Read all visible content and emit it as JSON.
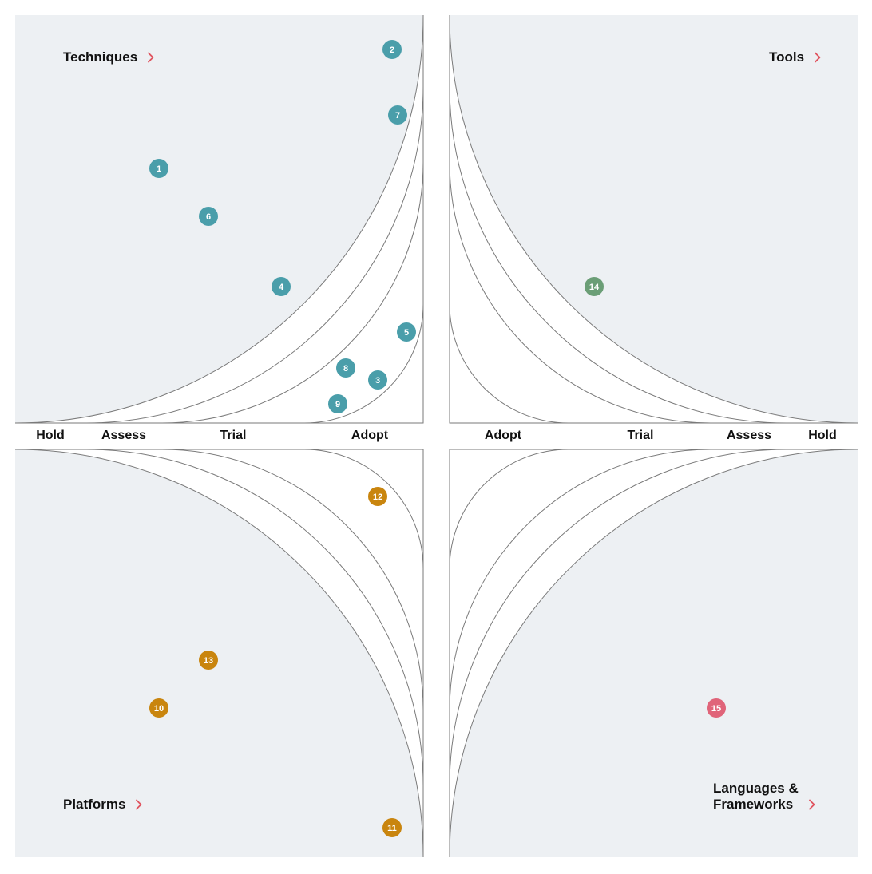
{
  "colors": {
    "background": "#ffffff",
    "quadrant_bg": "#edf0f3",
    "ring_fill": "#ffffff",
    "ring_stroke": "#7a7a7a",
    "chevron": "#e0545f",
    "techniques": "#4a9eaa",
    "tools": "#6b9e76",
    "platforms": "#c9850e",
    "languages": "#e06479"
  },
  "quadrants": {
    "techniques": {
      "title": "Techniques",
      "icon": "chevron-right-icon"
    },
    "tools": {
      "title": "Tools",
      "icon": "chevron-right-icon"
    },
    "platforms": {
      "title": "Platforms",
      "icon": "chevron-right-icon"
    },
    "languages": {
      "title": "Languages &\nFrameworks",
      "icon": "chevron-right-icon"
    }
  },
  "rings": {
    "left": [
      "Hold",
      "Assess",
      "Trial",
      "Adopt"
    ],
    "right": [
      "Adopt",
      "Trial",
      "Assess",
      "Hold"
    ]
  },
  "blips": [
    {
      "number": "1",
      "quadrant": "techniques"
    },
    {
      "number": "2",
      "quadrant": "techniques"
    },
    {
      "number": "3",
      "quadrant": "techniques"
    },
    {
      "number": "4",
      "quadrant": "techniques"
    },
    {
      "number": "5",
      "quadrant": "techniques"
    },
    {
      "number": "6",
      "quadrant": "techniques"
    },
    {
      "number": "7",
      "quadrant": "techniques"
    },
    {
      "number": "8",
      "quadrant": "techniques"
    },
    {
      "number": "9",
      "quadrant": "techniques"
    },
    {
      "number": "10",
      "quadrant": "platforms"
    },
    {
      "number": "11",
      "quadrant": "platforms"
    },
    {
      "number": "12",
      "quadrant": "platforms"
    },
    {
      "number": "13",
      "quadrant": "platforms"
    },
    {
      "number": "14",
      "quadrant": "tools"
    },
    {
      "number": "15",
      "quadrant": "languages"
    }
  ]
}
